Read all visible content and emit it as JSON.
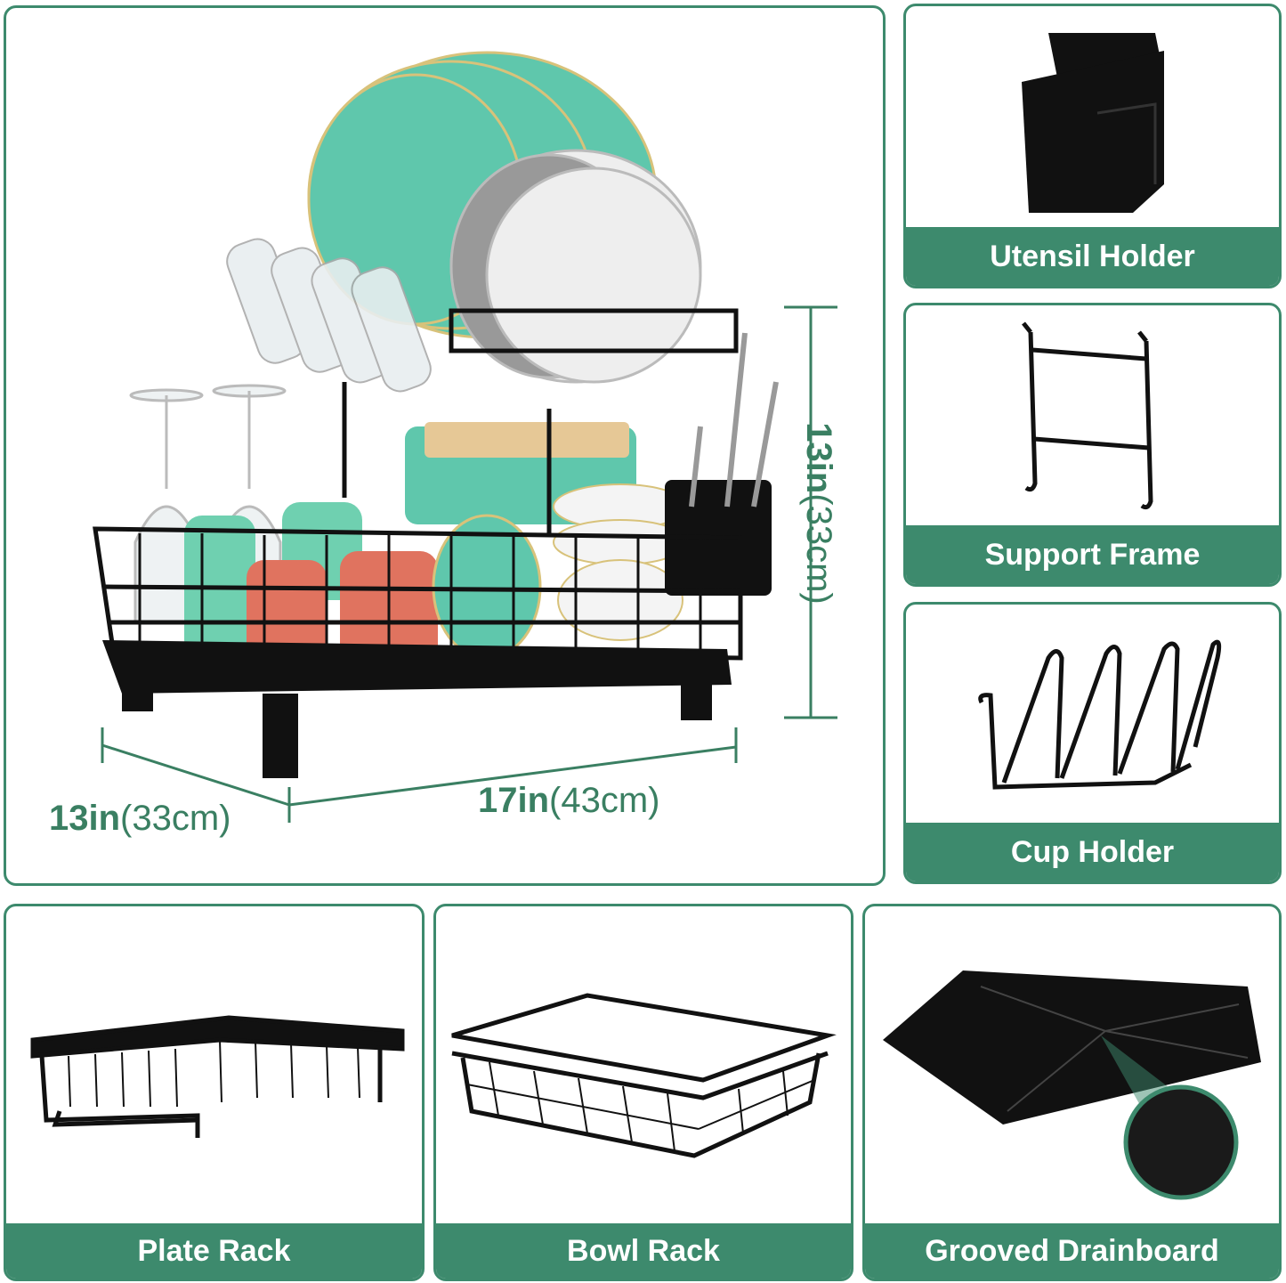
{
  "main": {
    "dimensions": {
      "height": {
        "value": "13in",
        "metric": "(33cm)"
      },
      "width": {
        "value": "17in",
        "metric": "(43cm)"
      },
      "depth": {
        "value": "13in",
        "metric": "(33cm)"
      }
    }
  },
  "accessories": [
    {
      "label": "Utensil Holder"
    },
    {
      "label": "Support Frame"
    },
    {
      "label": "Cup Holder"
    },
    {
      "label": "Plate Rack"
    },
    {
      "label": "Bowl Rack"
    },
    {
      "label": "Grooved Drainboard"
    }
  ],
  "colors": {
    "accent": "#3d8a6d",
    "plate": "#5fc7ac",
    "cup_red": "#e0735f"
  }
}
